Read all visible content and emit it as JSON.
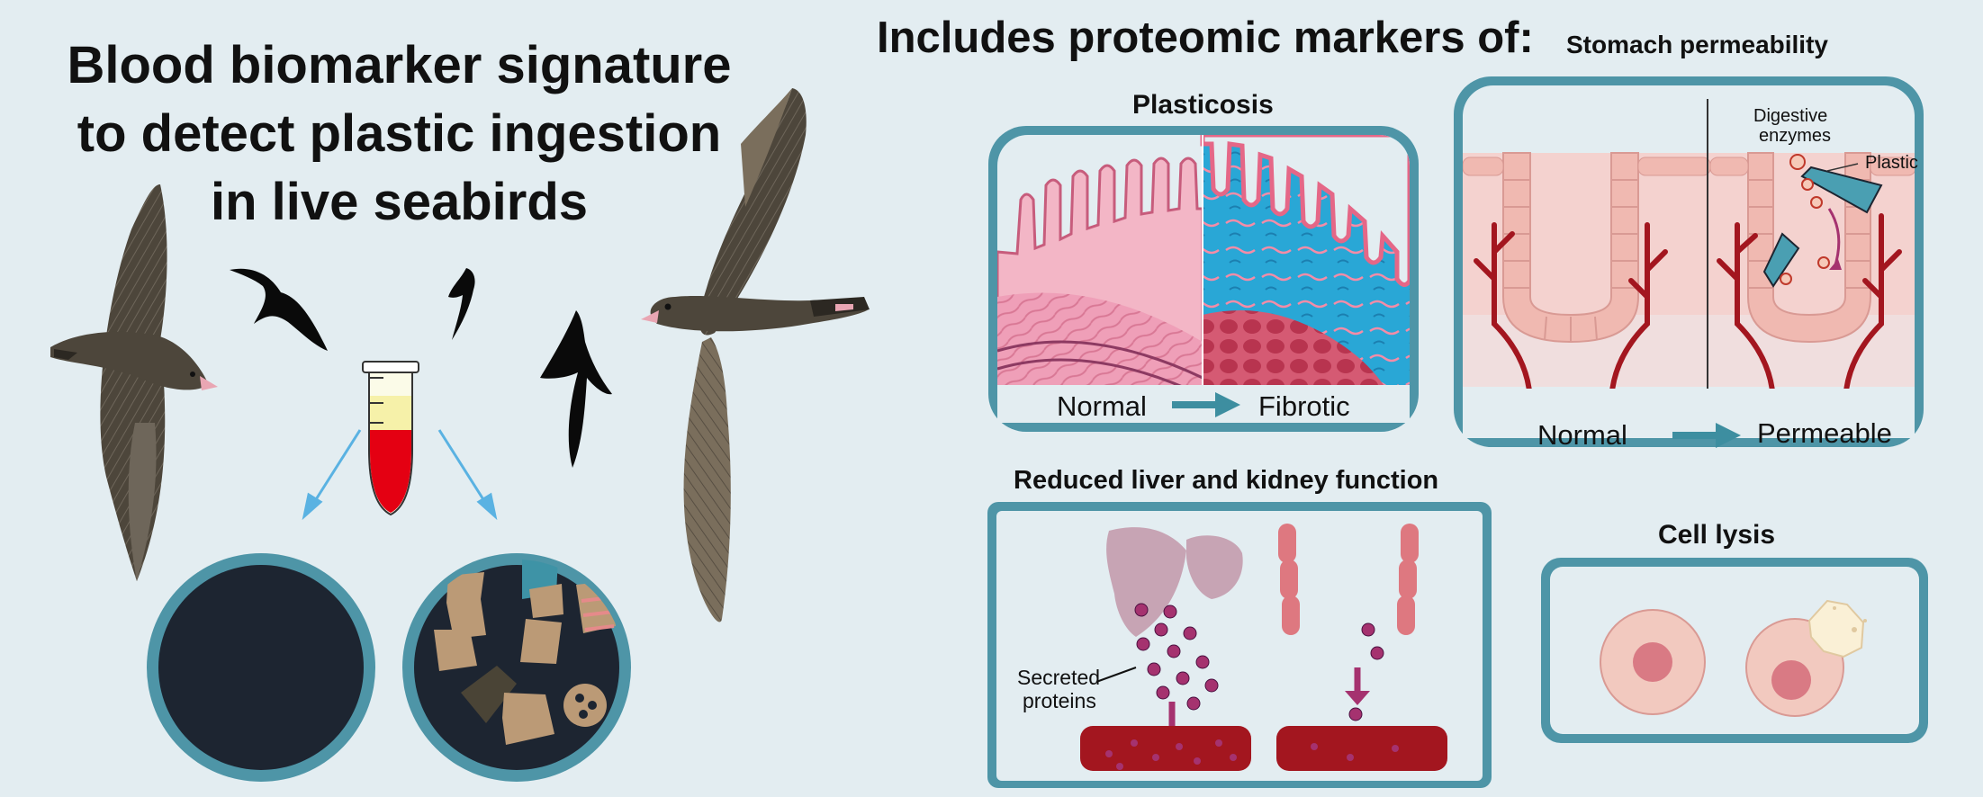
{
  "title": {
    "line1": "Blood biomarker signature",
    "line2": "to detect plastic ingestion",
    "line3": "in live seabirds"
  },
  "markers_heading": "Includes proteomic markers of:",
  "panels": {
    "plasticosis": {
      "title": "Plasticosis",
      "from": "Normal",
      "to": "Fibrotic"
    },
    "stomach": {
      "title": "Stomach permeability",
      "from": "Normal",
      "to": "Permeable",
      "label_enzymes_1": "Digestive",
      "label_enzymes_2": "enzymes",
      "label_plastic": "Plastic"
    },
    "liver_kidney": {
      "title": "Reduced liver and kidney function",
      "label_secreted_1": "Secreted",
      "label_secreted_2": "proteins"
    },
    "cell_lysis": {
      "title": "Cell lysis"
    }
  },
  "colors": {
    "background": "#e3edf1",
    "frame_teal": "#4e95a7",
    "arrow_teal": "#3d8ea0",
    "blue_arrow": "#5ab2e2",
    "blood_red": "#a3161f",
    "bird_brown": "#4d463b",
    "tissue_pink": "#f0adc1",
    "fibrosis_blue": "#29a7d6",
    "protein_purple": "#8b2f7e"
  },
  "icons": [
    "seabird-illustration",
    "bird-silhouette",
    "blood-tube-icon",
    "stomach-contents-circle",
    "liver-icon",
    "kidney-icon",
    "blood-vessel-icon",
    "cell-icon",
    "lysed-cell-icon"
  ]
}
